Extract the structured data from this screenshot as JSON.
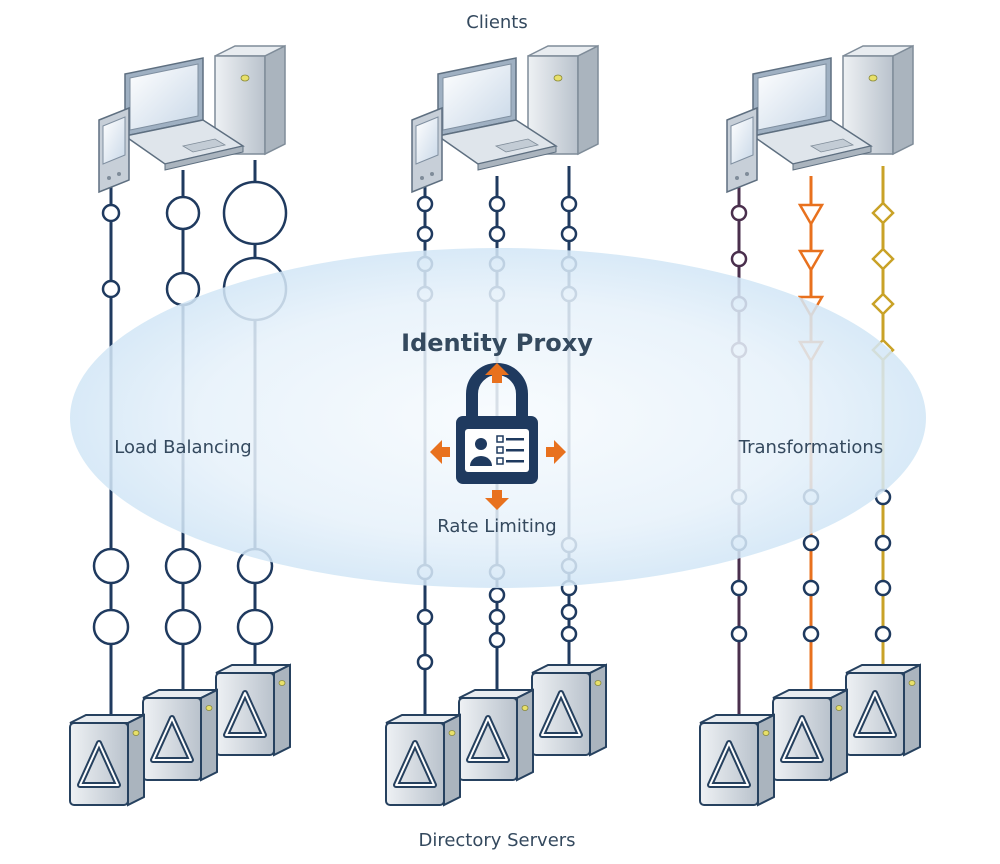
{
  "labels": {
    "clients": "Clients",
    "identity_proxy": "Identity Proxy",
    "load_balancing": "Load Balancing",
    "transformations": "Transformations",
    "rate_limiting": "Rate Limiting",
    "directory_servers": "Directory Servers"
  },
  "colors": {
    "navy": "#1f3a5f",
    "ellipse": "#dfeefa",
    "arrow": "#e8711e",
    "orange": "#e8711e",
    "gold": "#c9a227",
    "plum": "#4a2f4d",
    "server": "#cfd6de"
  },
  "icons": {
    "client": "pda-laptop-tower-icon",
    "server": "warning-server-icon",
    "proxy": "padlock-id-card-icon"
  }
}
